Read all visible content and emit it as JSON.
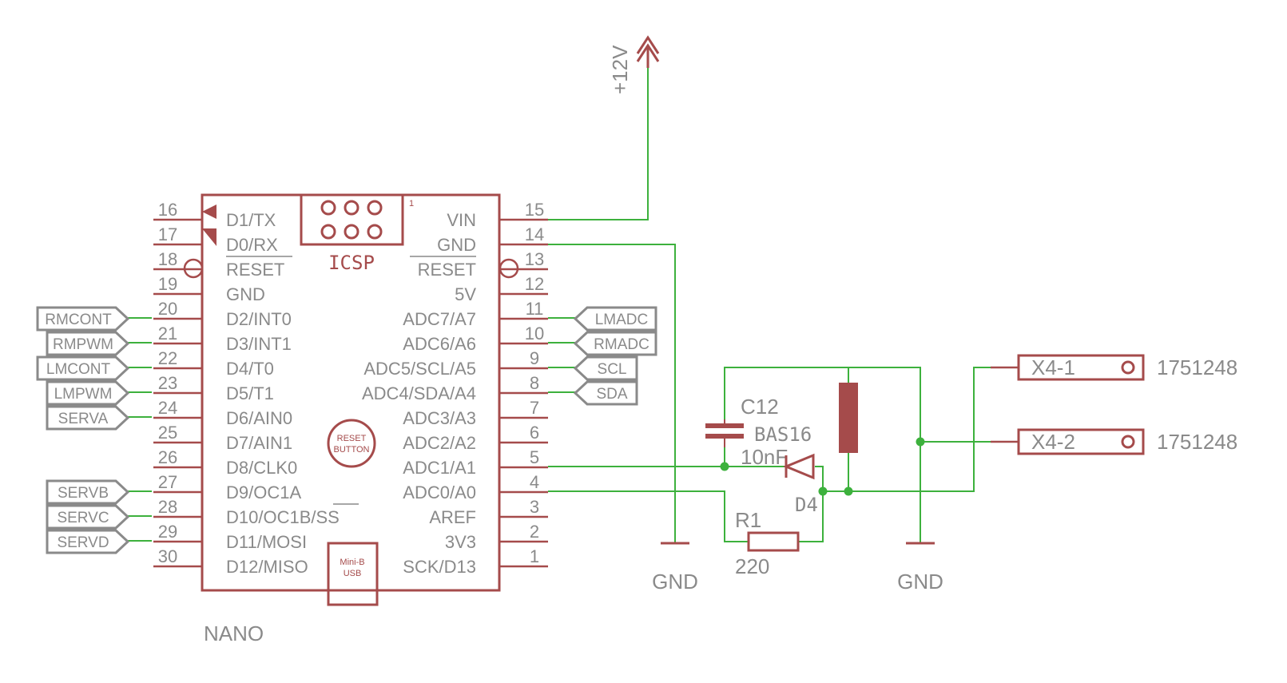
{
  "nano": {
    "name": "NANO",
    "icsp_label": "ICSP",
    "icsp_pin1": "1",
    "reset_button": [
      "RESET",
      "BUTTON"
    ],
    "usb": [
      "Mini-B",
      "USB"
    ],
    "left_pins": [
      {
        "num": "16",
        "name": "D1/TX"
      },
      {
        "num": "17",
        "name": "D0/RX"
      },
      {
        "num": "18",
        "name": "RESET"
      },
      {
        "num": "19",
        "name": "GND"
      },
      {
        "num": "20",
        "name": "D2/INT0"
      },
      {
        "num": "21",
        "name": "D3/INT1"
      },
      {
        "num": "22",
        "name": "D4/T0"
      },
      {
        "num": "23",
        "name": "D5/T1"
      },
      {
        "num": "24",
        "name": "D6/AIN0"
      },
      {
        "num": "25",
        "name": "D7/AIN1"
      },
      {
        "num": "26",
        "name": "D8/CLK0"
      },
      {
        "num": "27",
        "name": "D9/OC1A"
      },
      {
        "num": "28",
        "name": "D10/OC1B/SS"
      },
      {
        "num": "29",
        "name": "D11/MOSI"
      },
      {
        "num": "30",
        "name": "D12/MISO"
      }
    ],
    "right_pins": [
      {
        "num": "15",
        "name": "VIN"
      },
      {
        "num": "14",
        "name": "GND"
      },
      {
        "num": "13",
        "name": "RESET"
      },
      {
        "num": "12",
        "name": "5V"
      },
      {
        "num": "11",
        "name": "ADC7/A7"
      },
      {
        "num": "10",
        "name": "ADC6/A6"
      },
      {
        "num": "9",
        "name": "ADC5/SCL/A5"
      },
      {
        "num": "8",
        "name": "ADC4/SDA/A4"
      },
      {
        "num": "7",
        "name": "ADC3/A3"
      },
      {
        "num": "6",
        "name": "ADC2/A2"
      },
      {
        "num": "5",
        "name": "ADC1/A1"
      },
      {
        "num": "4",
        "name": "ADC0/A0"
      },
      {
        "num": "3",
        "name": "AREF"
      },
      {
        "num": "2",
        "name": "3V3"
      },
      {
        "num": "1",
        "name": "SCK/D13"
      }
    ]
  },
  "net_labels_left": [
    {
      "pin": "20",
      "label": "RMCONT"
    },
    {
      "pin": "21",
      "label": "RMPWM"
    },
    {
      "pin": "22",
      "label": "LMCONT"
    },
    {
      "pin": "23",
      "label": "LMPWM"
    },
    {
      "pin": "24",
      "label": "SERVA"
    },
    {
      "pin": "27",
      "label": "SERVB"
    },
    {
      "pin": "28",
      "label": "SERVC"
    },
    {
      "pin": "29",
      "label": "SERVD"
    }
  ],
  "net_labels_right": [
    {
      "pin": "11",
      "label": "LMADC"
    },
    {
      "pin": "10",
      "label": "RMADC"
    },
    {
      "pin": "9",
      "label": "SCL"
    },
    {
      "pin": "8",
      "label": "SDA"
    }
  ],
  "supply": {
    "label": "+12V"
  },
  "gnd_symbols": [
    "GND",
    "GND"
  ],
  "components": {
    "c12": {
      "ref": "C12",
      "value": "10nF"
    },
    "d4": {
      "ref": "D4",
      "value": "BAS16"
    },
    "r1": {
      "ref": "R1",
      "value": "220"
    },
    "x4_1": {
      "ref": "X4-1",
      "value": "1751248"
    },
    "x4_2": {
      "ref": "X4-2",
      "value": "1751248"
    }
  },
  "colors": {
    "part": "#a54b4b",
    "wire": "#3db13d",
    "text": "#8a8a8a"
  }
}
